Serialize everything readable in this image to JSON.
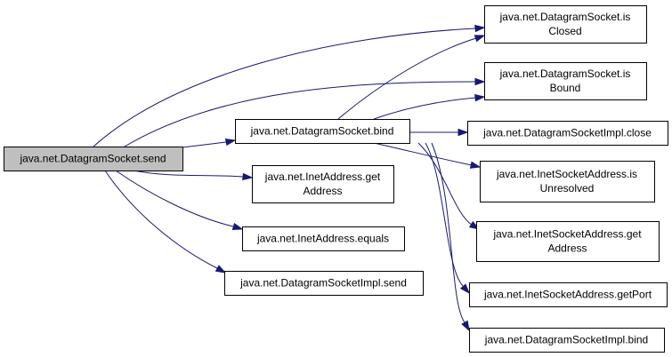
{
  "diagram": {
    "type": "call-graph",
    "colors": {
      "root_fill": "#bfbfbf",
      "node_fill": "#ffffff",
      "node_border": "#000000",
      "edge": "#191970"
    },
    "nodes": [
      {
        "id": "send",
        "lines": [
          "java.net.DatagramSocket.send"
        ],
        "root": true
      },
      {
        "id": "bind",
        "lines": [
          "java.net.DatagramSocket.bind"
        ]
      },
      {
        "id": "inet_getaddress",
        "lines": [
          "java.net.InetAddress.get",
          "Address"
        ]
      },
      {
        "id": "inet_equals",
        "lines": [
          "java.net.InetAddress.equals"
        ]
      },
      {
        "id": "impl_send",
        "lines": [
          "java.net.DatagramSocketImpl.send"
        ]
      },
      {
        "id": "is_closed",
        "lines": [
          "java.net.DatagramSocket.is",
          "Closed"
        ]
      },
      {
        "id": "is_bound",
        "lines": [
          "java.net.DatagramSocket.is",
          "Bound"
        ]
      },
      {
        "id": "impl_close",
        "lines": [
          "java.net.DatagramSocketImpl.close"
        ]
      },
      {
        "id": "isa_unresolved",
        "lines": [
          "java.net.InetSocketAddress.is",
          "Unresolved"
        ]
      },
      {
        "id": "isa_getaddress",
        "lines": [
          "java.net.InetSocketAddress.get",
          "Address"
        ]
      },
      {
        "id": "isa_getport",
        "lines": [
          "java.net.InetSocketAddress.getPort"
        ]
      },
      {
        "id": "impl_bind",
        "lines": [
          "java.net.DatagramSocketImpl.bind"
        ]
      }
    ],
    "edges": [
      {
        "from": "send",
        "to": "is_closed"
      },
      {
        "from": "send",
        "to": "is_bound"
      },
      {
        "from": "send",
        "to": "bind"
      },
      {
        "from": "send",
        "to": "inet_getaddress"
      },
      {
        "from": "send",
        "to": "inet_equals"
      },
      {
        "from": "send",
        "to": "impl_send"
      },
      {
        "from": "bind",
        "to": "is_closed"
      },
      {
        "from": "bind",
        "to": "is_bound"
      },
      {
        "from": "bind",
        "to": "impl_close"
      },
      {
        "from": "bind",
        "to": "isa_unresolved"
      },
      {
        "from": "bind",
        "to": "isa_getaddress"
      },
      {
        "from": "bind",
        "to": "isa_getport"
      },
      {
        "from": "bind",
        "to": "impl_bind"
      }
    ]
  }
}
